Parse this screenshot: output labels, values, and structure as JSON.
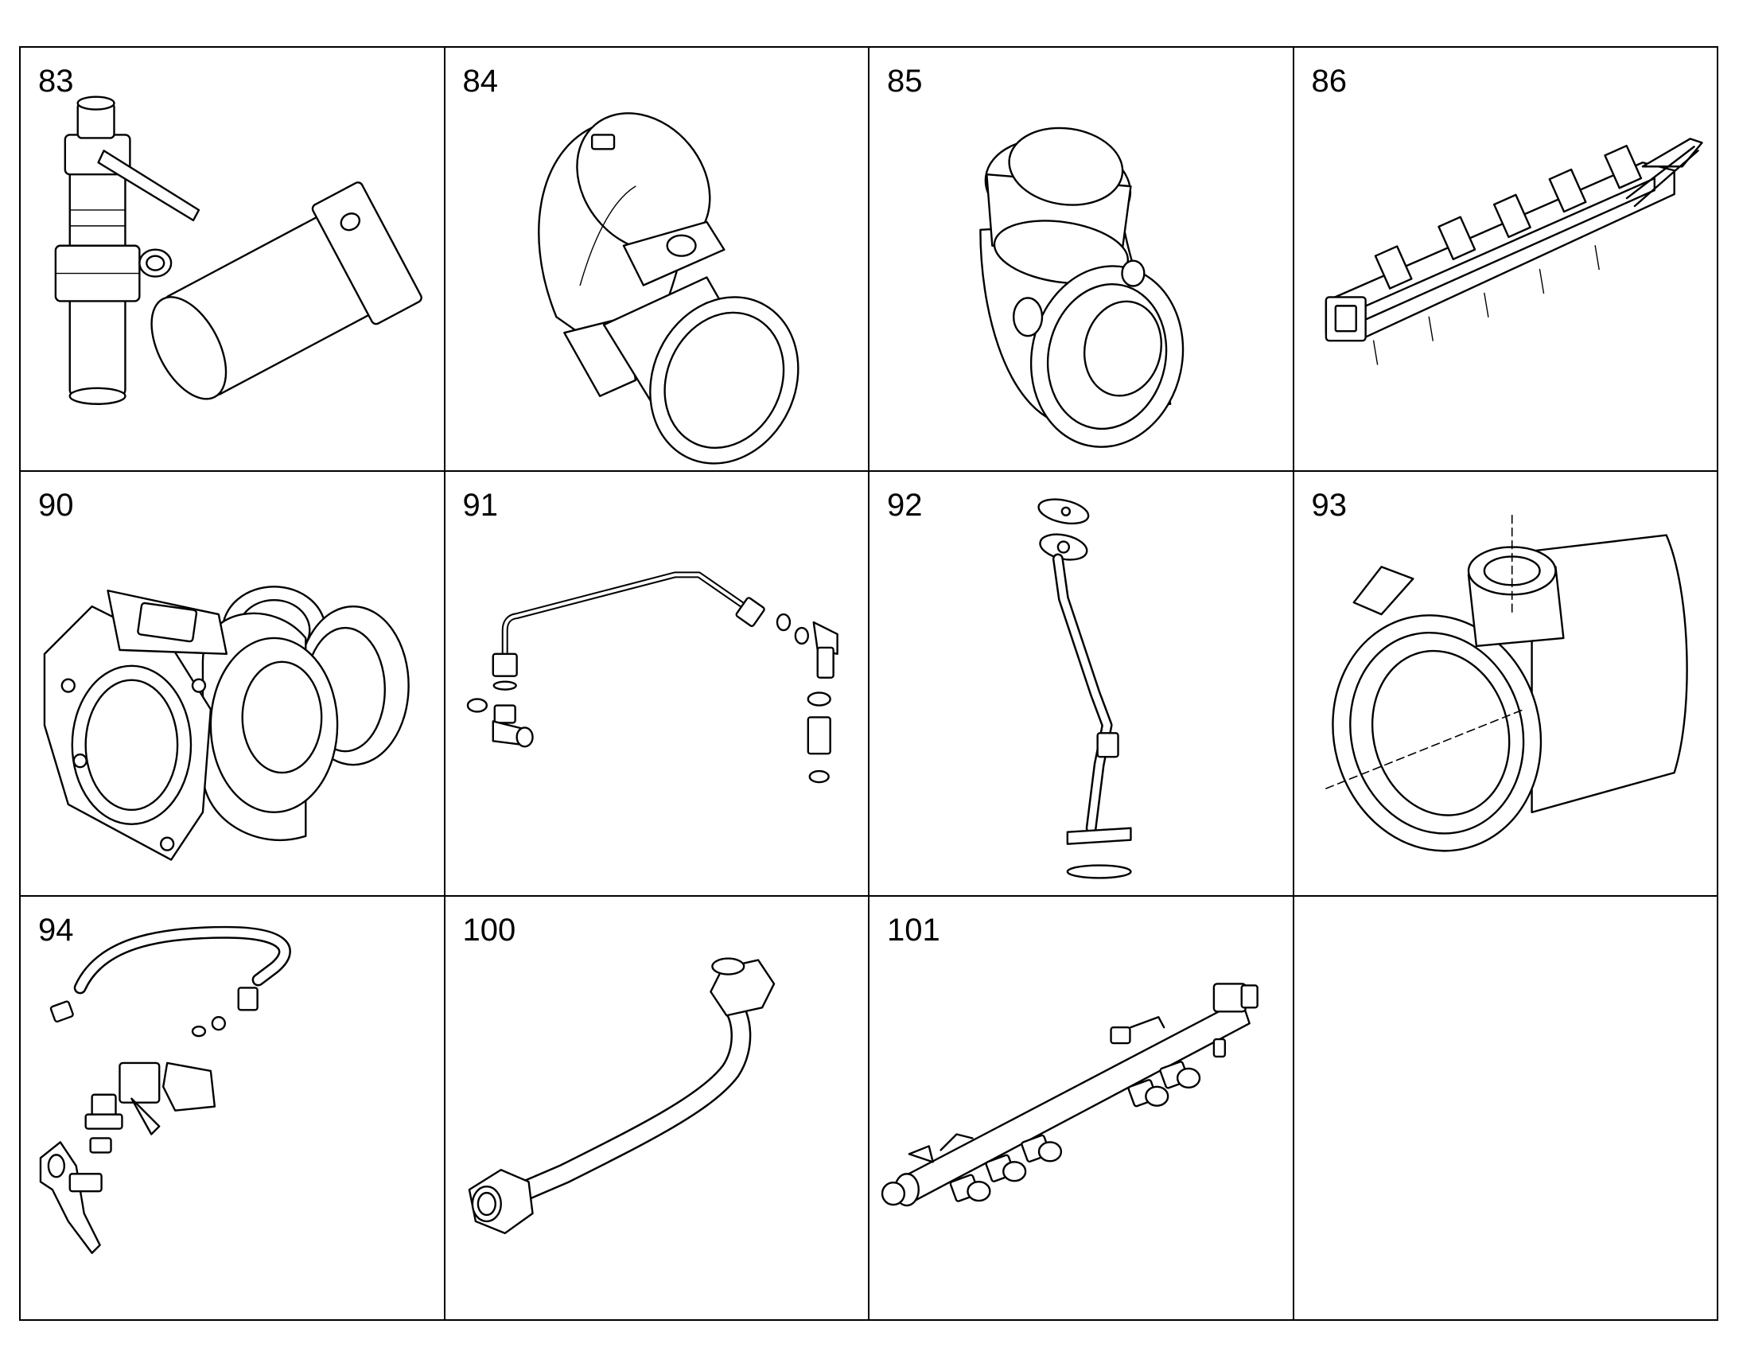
{
  "cells": [
    {
      "number": "83",
      "icon": "shutoff-valve-and-plug-icon"
    },
    {
      "number": "84",
      "icon": "elbow-pipe-icon"
    },
    {
      "number": "85",
      "icon": "throttle-housing-icon"
    },
    {
      "number": "86",
      "icon": "intake-manifold-icon"
    },
    {
      "number": "90",
      "icon": "turbocharger-icon"
    },
    {
      "number": "91",
      "icon": "oil-line-kit-icon"
    },
    {
      "number": "92",
      "icon": "oil-return-tube-icon"
    },
    {
      "number": "93",
      "icon": "air-housing-icon"
    },
    {
      "number": "94",
      "icon": "sensor-bracket-kit-icon"
    },
    {
      "number": "100",
      "icon": "fuel-line-icon"
    },
    {
      "number": "101",
      "icon": "fuel-rail-icon"
    },
    {
      "number": "",
      "icon": ""
    }
  ]
}
